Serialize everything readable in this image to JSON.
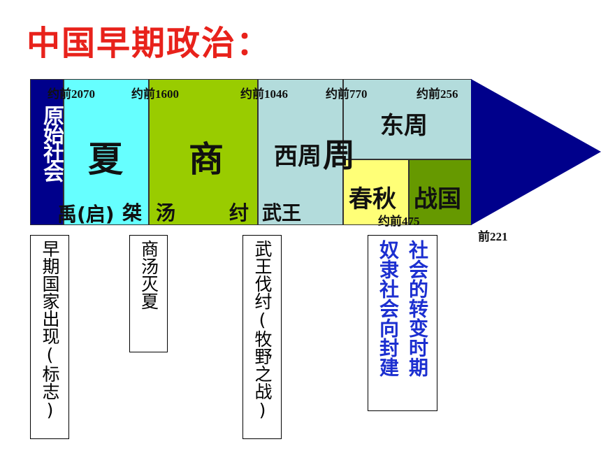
{
  "title": "中国早期政治：",
  "eras": {
    "primitive": "原始社会",
    "xia": "夏",
    "shang": "商",
    "western_zhou": "西周",
    "zhou": "周",
    "eastern_zhou": "东周",
    "spring_autumn": "春秋",
    "warring_states": "战国"
  },
  "rulers": {
    "yu": "禹(启)",
    "jie": "桀",
    "tang": "汤",
    "zhou_king": "纣",
    "wu_wang": "武王"
  },
  "dates": {
    "d2070": "约前2070",
    "d1600": "约前1600",
    "d1046": "约前1046",
    "d770": "约前770",
    "d256": "约前256",
    "d475": "约前475",
    "d221": "前221"
  },
  "notes": {
    "early_state": "早期国家出现(标志)",
    "tang_conquers_xia": "商汤灭夏",
    "wu_wang_attack": "武王伐纣(牧野之战)",
    "transition_col1": "奴隶社会向封建",
    "transition_col2": "社会的转变时期"
  },
  "colors": {
    "title": "#e8221b",
    "primitive": "#00008b",
    "xia": "#66ffff",
    "shang": "#99cc00",
    "zhou": "#b3dcdc",
    "spring_autumn": "#ffff77",
    "warring_states": "#669900",
    "arrow_head": "#00008b",
    "transition_text": "#1c2fd0"
  }
}
